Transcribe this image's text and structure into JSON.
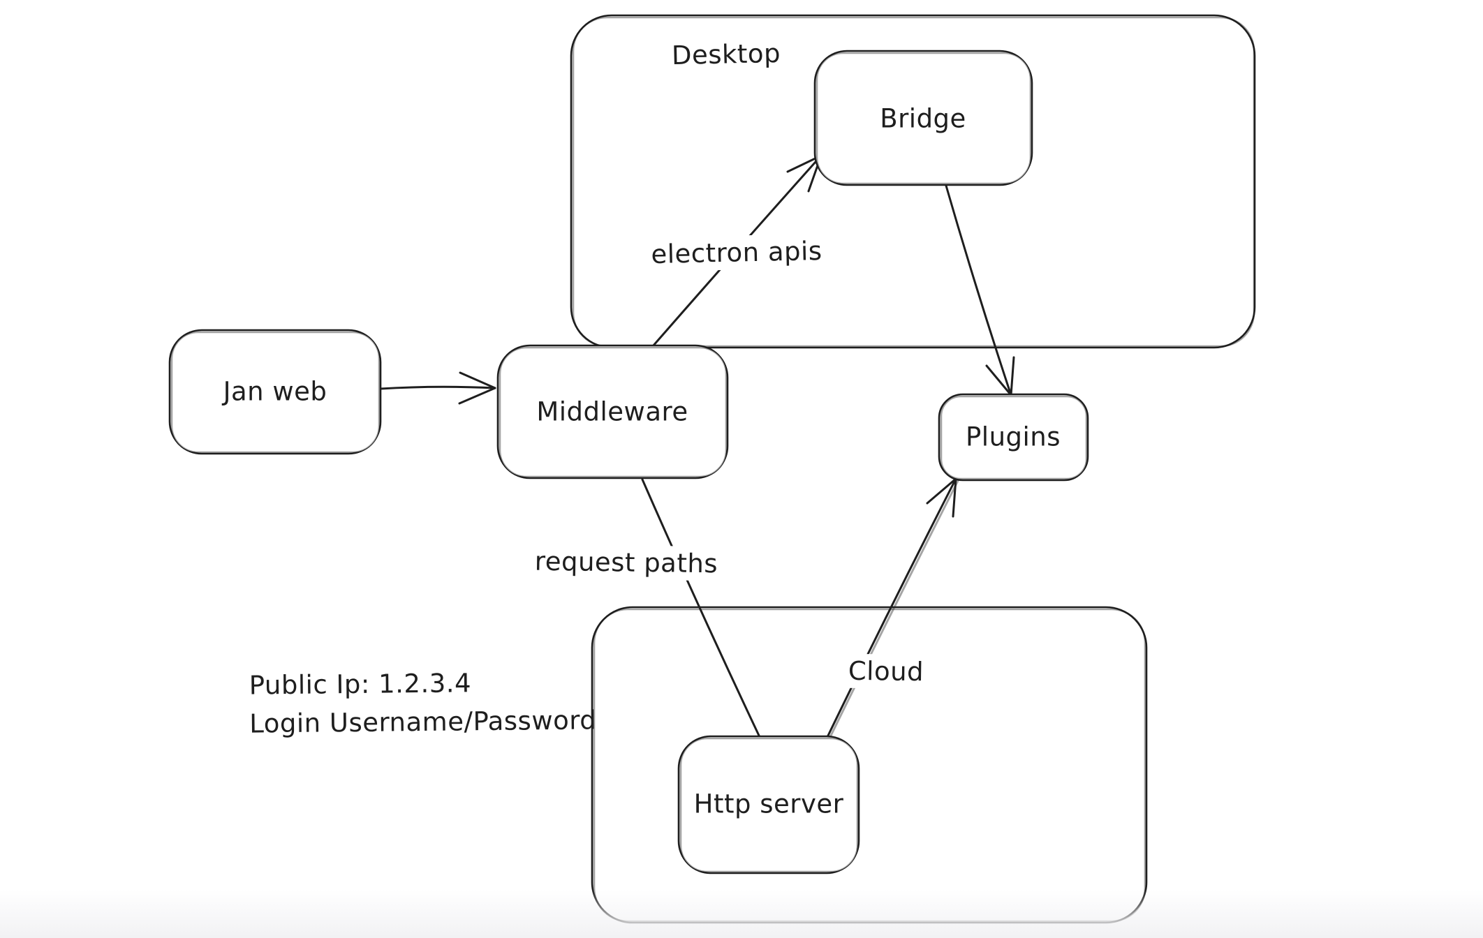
{
  "diagram": {
    "background": "#ffffff",
    "stroke_color": "#1e1e1e",
    "footer_fade_color": "#f2f2f4"
  },
  "containers": [
    {
      "id": "desktop",
      "label": "Desktop"
    },
    {
      "id": "cloud",
      "label": "Cloud"
    }
  ],
  "nodes": [
    {
      "id": "jan-web",
      "label": "Jan web"
    },
    {
      "id": "middleware",
      "label": "Middleware"
    },
    {
      "id": "bridge",
      "label": "Bridge"
    },
    {
      "id": "plugins",
      "label": "Plugins"
    },
    {
      "id": "http-server",
      "label": "Http server"
    }
  ],
  "edges": [
    {
      "id": "jan-web-to-middleware",
      "from": "Jan web",
      "to": "Middleware",
      "label": "",
      "arrowhead": true
    },
    {
      "id": "middleware-to-bridge",
      "from": "Middleware",
      "to": "Bridge",
      "label": "electron apis",
      "arrowhead": true
    },
    {
      "id": "bridge-to-plugins",
      "from": "Bridge",
      "to": "Plugins",
      "label": "",
      "arrowhead": true
    },
    {
      "id": "middleware-to-http-server",
      "from": "Middleware",
      "to": "Http server",
      "label": "request paths",
      "arrowhead": false
    },
    {
      "id": "http-server-to-plugins",
      "from": "Http server",
      "to": "Plugins",
      "label": "",
      "arrowhead": true
    }
  ],
  "annotations": {
    "note_line1": "Public Ip: 1.2.3.4",
    "note_line2": "Login Username/Password"
  }
}
